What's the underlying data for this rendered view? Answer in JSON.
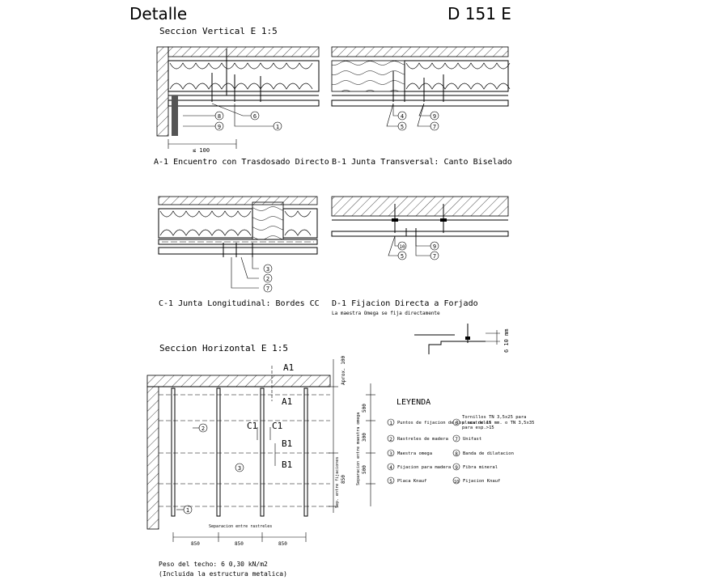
{
  "header": {
    "title": "Detalle",
    "code": "D 151 E",
    "vertical_section": "Seccion Vertical E 1:5",
    "horizontal_section": "Seccion Horizontal E 1:5"
  },
  "details": {
    "a1": {
      "caption": "A-1 Encuentro con Trasdosado Directo",
      "dim": "≤ 100",
      "callouts": [
        "8",
        "9",
        "6",
        "1"
      ]
    },
    "b1": {
      "caption": "B-1 Junta Transversal: Canto Biselado",
      "callouts": [
        "4",
        "9",
        "5",
        "7"
      ]
    },
    "c1": {
      "caption": "C-1 Junta Longitudinal: Bordes CC",
      "callouts": [
        "3",
        "2",
        "7"
      ]
    },
    "d1": {
      "caption": "D-1 Fijacion Directa a Forjado",
      "note": "La maestra Omega se fija directamente",
      "callouts": [
        "10",
        "9",
        "5",
        "7"
      ],
      "dim": "6 10 mm"
    }
  },
  "plan": {
    "section_marks": [
      "A1",
      "A1",
      "C1",
      "C1",
      "B1",
      "B1"
    ],
    "callouts": [
      "2",
      "3",
      "1"
    ],
    "dims_vertical": [
      "Aprox. 100",
      "500",
      "300",
      "500",
      "Separacion entre maestra omega",
      "850",
      "Sep. entre fijaciones"
    ],
    "dims_bottom": [
      "850",
      "850",
      "850"
    ],
    "bottom_label": "Separacion entre rastreles"
  },
  "legend": {
    "title": "LEYENDA",
    "items": [
      {
        "num": "1",
        "text": "Puntos de fijacion de los rastreles"
      },
      {
        "num": "2",
        "text": "Rastreles de madera"
      },
      {
        "num": "3",
        "text": "Maestra omega"
      },
      {
        "num": "4",
        "text": "Fijacion para madera"
      },
      {
        "num": "5",
        "text": "Placa Knauf"
      },
      {
        "num": "6",
        "text": "Tornillos TN 3,5x25 para placa de 15 mm. o TN 3,5x35 para esp.>15"
      },
      {
        "num": "7",
        "text": "Unifast"
      },
      {
        "num": "8",
        "text": "Banda de dilatacion"
      },
      {
        "num": "9",
        "text": "Fibra mineral"
      },
      {
        "num": "10",
        "text": "Fijacion Knauf"
      }
    ]
  },
  "footer": {
    "weight": "Peso del techo: 6 0,30 kN/m2",
    "note": "(Incluida la estructura metalica)"
  }
}
